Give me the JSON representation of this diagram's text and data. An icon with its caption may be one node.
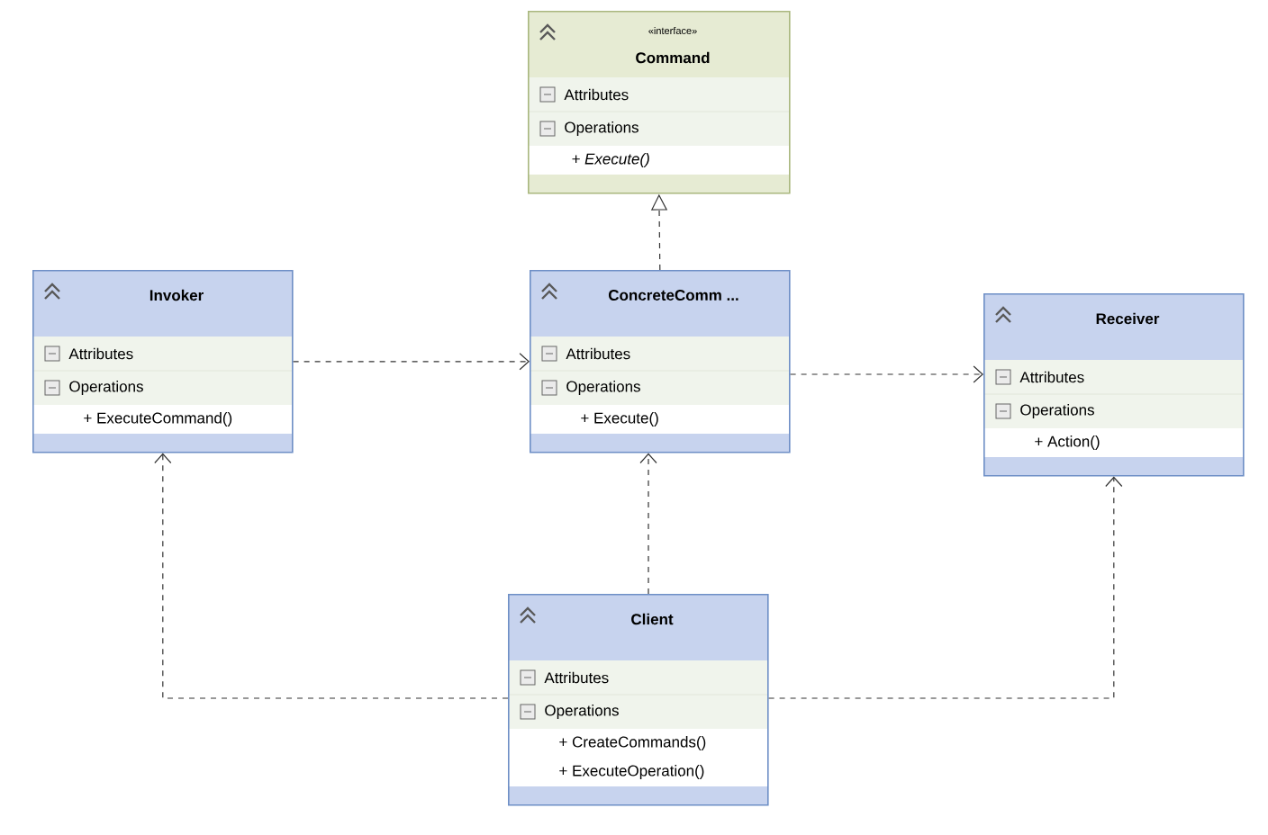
{
  "diagram": {
    "nodes": [
      {
        "text": [
          "«interface»",
          "Command",
          "Attributes",
          "Operations",
          "*+ Execute()*"
        ]
      },
      {
        "text": [
          "Invoker",
          "Attributes",
          "Operations",
          "+ ExecuteCommand()"
        ]
      },
      {
        "text": [
          "ConcreteComm ...",
          "Attributes",
          "Operations",
          "+ Execute()"
        ]
      },
      {
        "text": [
          "Receiver",
          "Attributes",
          "Operations",
          "+ Action()"
        ]
      },
      {
        "text": [
          "Client",
          "Attributes",
          "Operations",
          "+ CreateCommands()",
          "+ ExecuteOperation()"
        ]
      }
    ],
    "edges": [
      {
        "from": 1,
        "to": 2,
        "arrow": "to",
        "style": "dashed"
      },
      {
        "from": 2,
        "to": 0,
        "arrow": "to",
        "style": "dashed"
      },
      {
        "from": 2,
        "to": 3,
        "arrow": "to",
        "style": "dashed"
      },
      {
        "from": 4,
        "to": 1,
        "arrow": "to",
        "style": "dashed"
      },
      {
        "from": 4,
        "to": 2,
        "arrow": "to",
        "style": "dashed"
      },
      {
        "from": 4,
        "to": 3,
        "arrow": "to",
        "style": "dashed"
      }
    ]
  }
}
